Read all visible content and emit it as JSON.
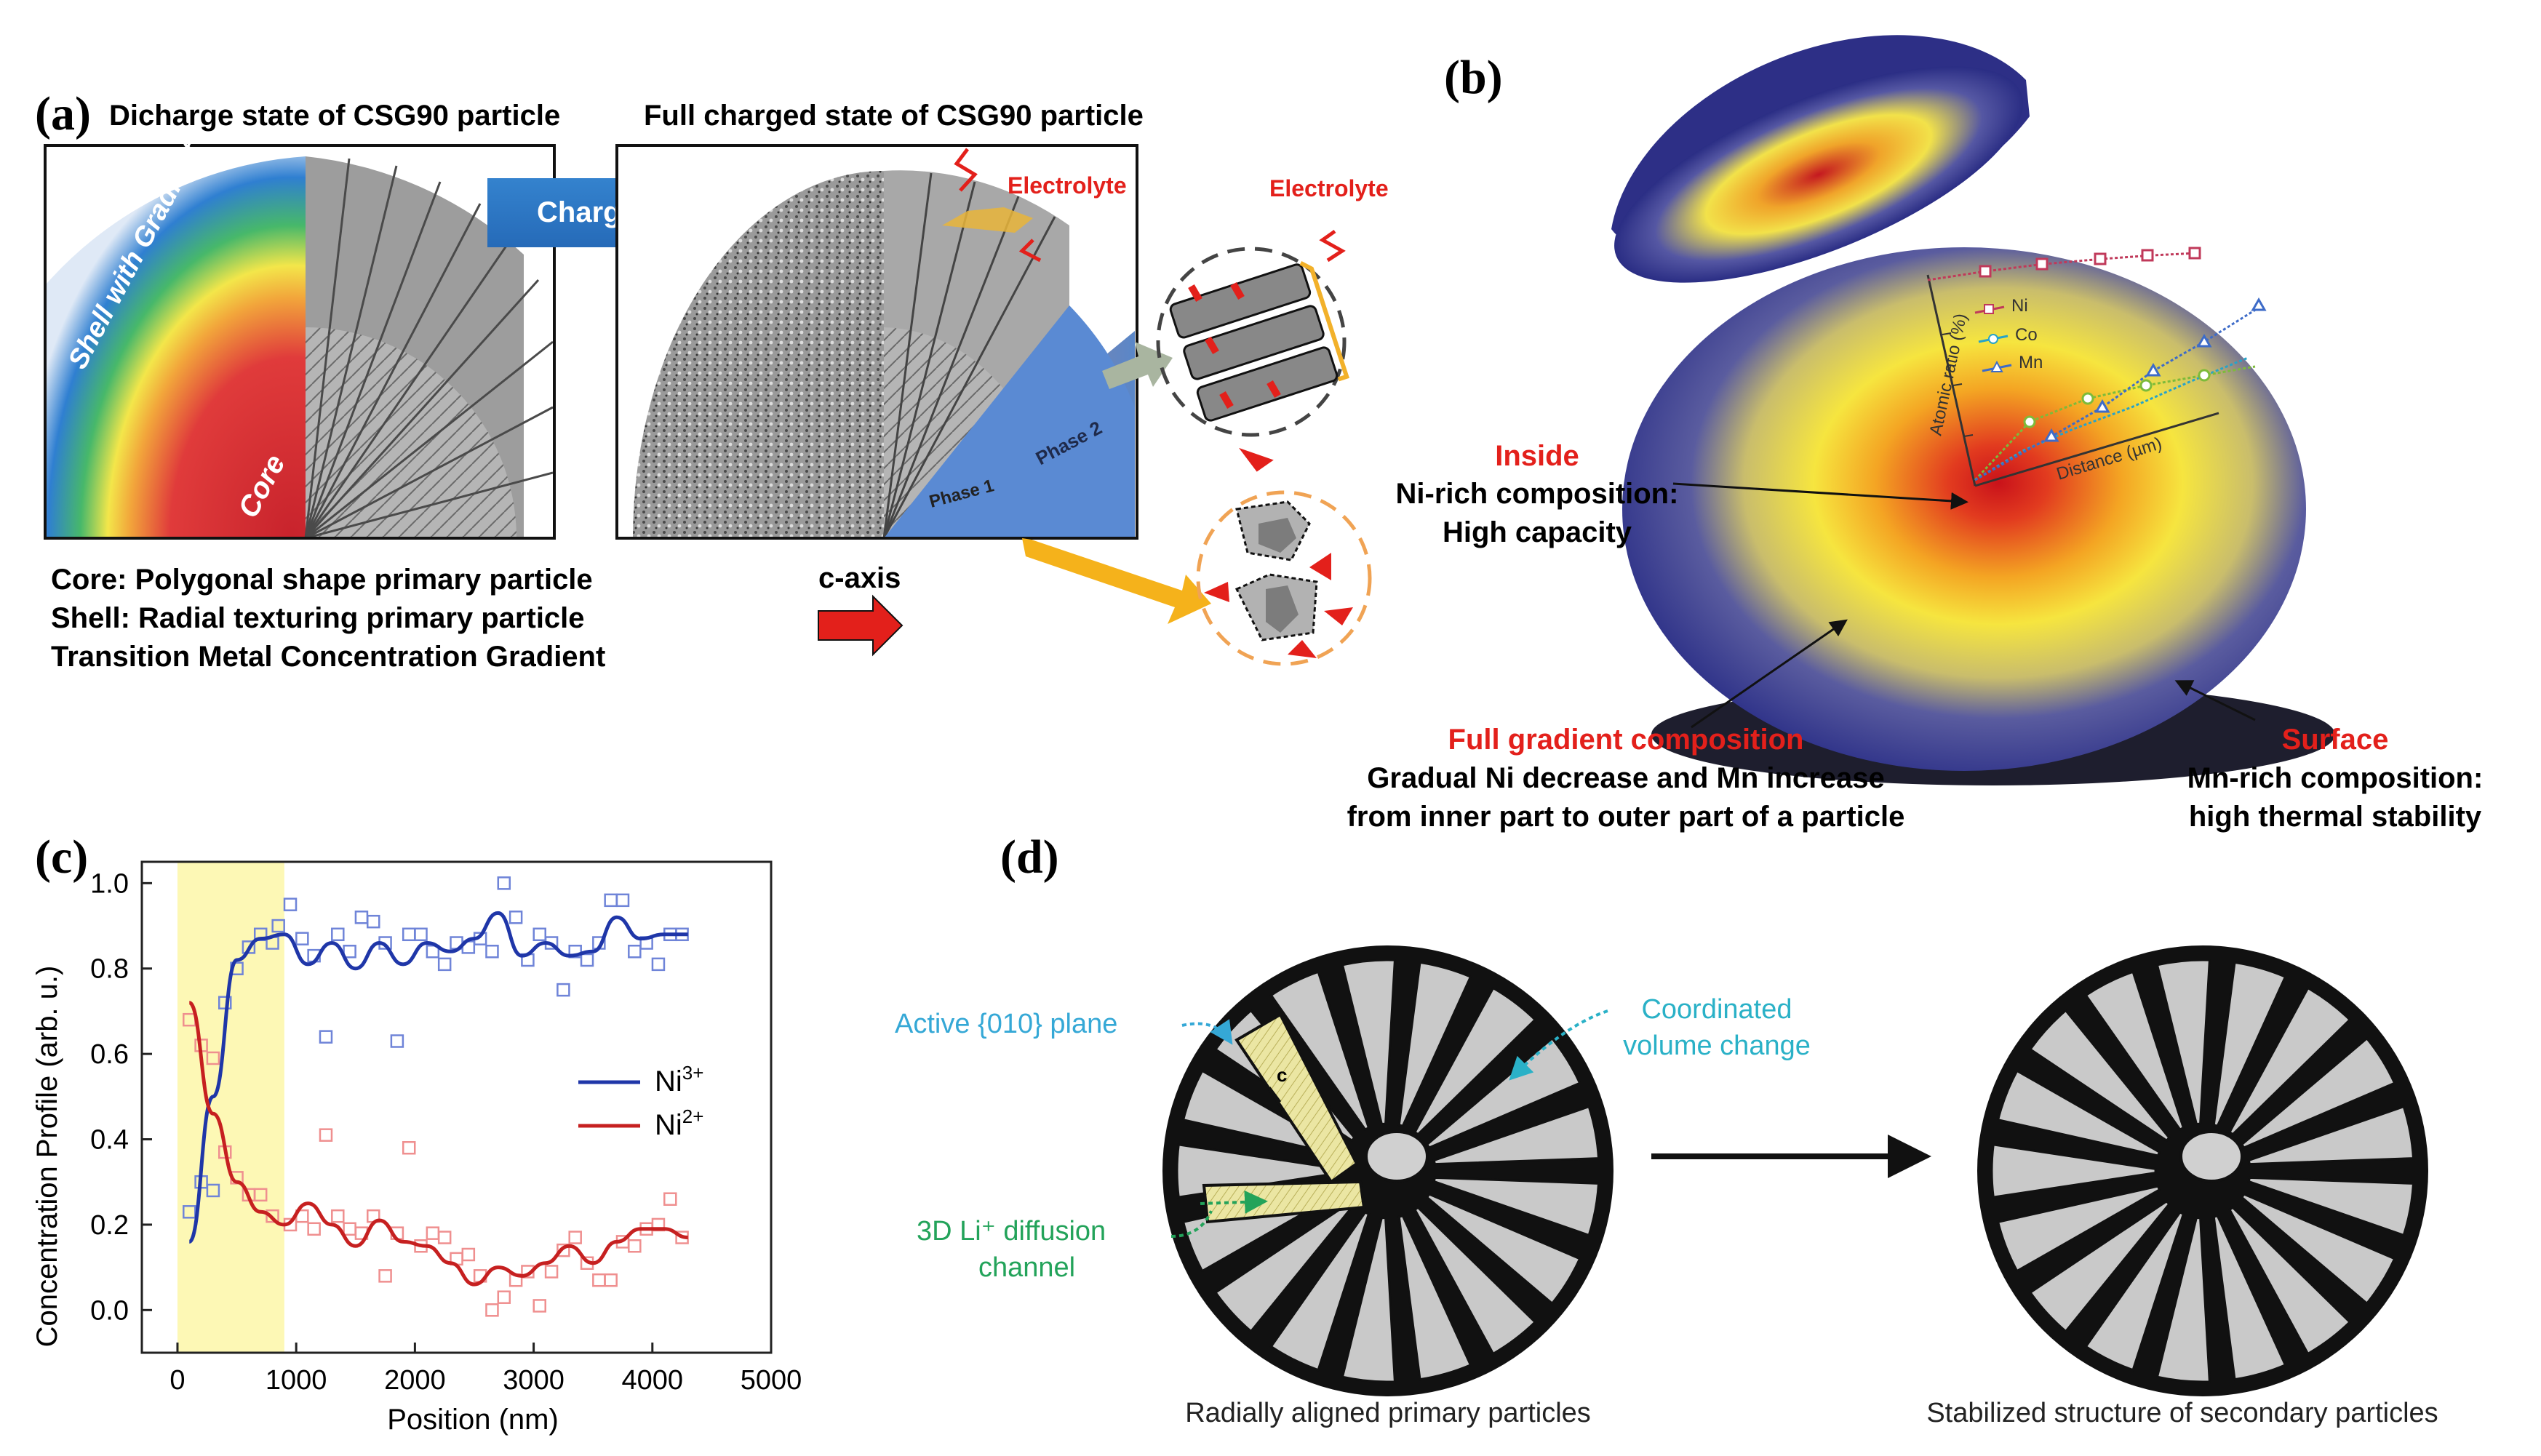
{
  "panel_a": {
    "letter": "(a)",
    "title_left": "Dicharge state of CSG90 particle",
    "title_right": "Full charged state of CSG90 particle",
    "charging_label": "Charging",
    "shell_label": "Shell with Gradient",
    "core_label": "Core",
    "electrolyte_1": "Electrolyte",
    "electrolyte_2": "Electrolyte",
    "phase1": "Phase 1",
    "phase2": "Phase 2",
    "desc": [
      "Core: Polygonal shape primary particle",
      "Shell: Radial texturing primary particle",
      "Transition Metal Concentration Gradient"
    ],
    "caxis_label": "c-axis"
  },
  "panel_b": {
    "letter": "(b)",
    "inset_ylabel": "Atomic ratio (%)",
    "inset_xlabel": "Distance (µm)",
    "legend": [
      "Ni",
      "Co",
      "Mn"
    ],
    "inside_title": "Inside",
    "inside_desc": [
      "Ni-rich composition:",
      "High capacity"
    ],
    "gradient_title": "Full gradient composition",
    "gradient_desc": [
      "Gradual Ni decrease and Mn increase",
      "from inner part to outer part of a particle"
    ],
    "surface_title": "Surface",
    "surface_desc": [
      "Mn-rich composition:",
      "high thermal stability"
    ],
    "colors": {
      "red": "#e3201b",
      "deep_blue": "#2b2d80"
    }
  },
  "panel_c": {
    "letter": "(c)",
    "ylabel": "Concentration Profile (arb. u.)",
    "xlabel": "Position (nm)",
    "ni3_label": "Ni",
    "ni3_sup": "3+",
    "ni2_label": "Ni",
    "ni2_sup": "2+",
    "x_ticks": [
      "0",
      "1000",
      "2000",
      "3000",
      "4000",
      "5000"
    ],
    "y_ticks": [
      "0.0",
      "0.2",
      "0.4",
      "0.6",
      "0.8",
      "1.0"
    ]
  },
  "panel_d": {
    "letter": "(d)",
    "active_plane": "Active {010}  plane",
    "coordinated": [
      "Coordinated",
      "volume change"
    ],
    "diffusion": [
      "3D  Li⁺ diffusion",
      "channel"
    ],
    "c_label": "c",
    "caption_left": "Radially aligned  primary particles",
    "caption_right": "Stabilized structure of secondary particles"
  },
  "chart_data": {
    "type": "line",
    "xlabel": "Position (nm)",
    "ylabel": "Concentration Profile (arb. u.)",
    "xlim": [
      -300,
      5000
    ],
    "ylim": [
      -0.1,
      1.05
    ],
    "highlight_region": [
      0,
      900
    ],
    "series": [
      {
        "name": "Ni3+",
        "color": "#1f36a8",
        "x": [
          100,
          300,
          500,
          700,
          900,
          1100,
          1300,
          1500,
          1700,
          1900,
          2100,
          2300,
          2500,
          2700,
          2900,
          3100,
          3300,
          3500,
          3700,
          3900,
          4100,
          4300
        ],
        "y": [
          0.16,
          0.5,
          0.82,
          0.87,
          0.88,
          0.81,
          0.86,
          0.8,
          0.86,
          0.81,
          0.86,
          0.84,
          0.87,
          0.93,
          0.83,
          0.86,
          0.83,
          0.84,
          0.92,
          0.87,
          0.88,
          0.88
        ]
      },
      {
        "name": "Ni2+",
        "color": "#c62020",
        "x": [
          100,
          300,
          500,
          700,
          900,
          1100,
          1300,
          1500,
          1700,
          1900,
          2100,
          2300,
          2500,
          2700,
          2900,
          3100,
          3300,
          3500,
          3700,
          3900,
          4100,
          4300
        ],
        "y": [
          0.72,
          0.46,
          0.3,
          0.23,
          0.2,
          0.25,
          0.2,
          0.15,
          0.21,
          0.16,
          0.15,
          0.11,
          0.06,
          0.1,
          0.08,
          0.11,
          0.15,
          0.11,
          0.16,
          0.19,
          0.19,
          0.17
        ]
      },
      {
        "name": "Ni3+ data",
        "type": "scatter",
        "color": "#6f84d8",
        "x": [
          100,
          200,
          300,
          400,
          500,
          600,
          700,
          800,
          850,
          950,
          1050,
          1150,
          1250,
          1350,
          1450,
          1550,
          1650,
          1750,
          1850,
          1950,
          2050,
          2150,
          2250,
          2350,
          2450,
          2550,
          2650,
          2750,
          2850,
          2950,
          3050,
          3150,
          3250,
          3350,
          3450,
          3550,
          3650,
          3750,
          3850,
          3950,
          4050,
          4150,
          4250
        ],
        "y": [
          0.23,
          0.3,
          0.28,
          0.72,
          0.8,
          0.85,
          0.88,
          0.86,
          0.9,
          0.95,
          0.87,
          0.83,
          0.64,
          0.88,
          0.84,
          0.92,
          0.91,
          0.86,
          0.63,
          0.88,
          0.88,
          0.84,
          0.81,
          0.86,
          0.85,
          0.87,
          0.84,
          1.0,
          0.92,
          0.82,
          0.88,
          0.86,
          0.75,
          0.84,
          0.82,
          0.86,
          0.96,
          0.96,
          0.84,
          0.86,
          0.81,
          0.88,
          0.88
        ]
      },
      {
        "name": "Ni2+ data",
        "type": "scatter",
        "color": "#ef8f8f",
        "x": [
          100,
          200,
          300,
          400,
          500,
          600,
          700,
          800,
          950,
          1050,
          1150,
          1250,
          1350,
          1450,
          1550,
          1650,
          1750,
          1850,
          1950,
          2050,
          2150,
          2250,
          2350,
          2450,
          2550,
          2650,
          2750,
          2850,
          2950,
          3050,
          3150,
          3250,
          3350,
          3450,
          3550,
          3650,
          3750,
          3850,
          3950,
          4050,
          4150,
          4250
        ],
        "y": [
          0.68,
          0.62,
          0.59,
          0.37,
          0.31,
          0.27,
          0.27,
          0.22,
          0.2,
          0.22,
          0.19,
          0.41,
          0.22,
          0.19,
          0.18,
          0.22,
          0.08,
          0.18,
          0.38,
          0.15,
          0.18,
          0.17,
          0.12,
          0.13,
          0.08,
          0.0,
          0.03,
          0.07,
          0.09,
          0.01,
          0.09,
          0.14,
          0.17,
          0.11,
          0.07,
          0.07,
          0.16,
          0.15,
          0.19,
          0.2,
          0.26,
          0.17
        ]
      }
    ]
  }
}
